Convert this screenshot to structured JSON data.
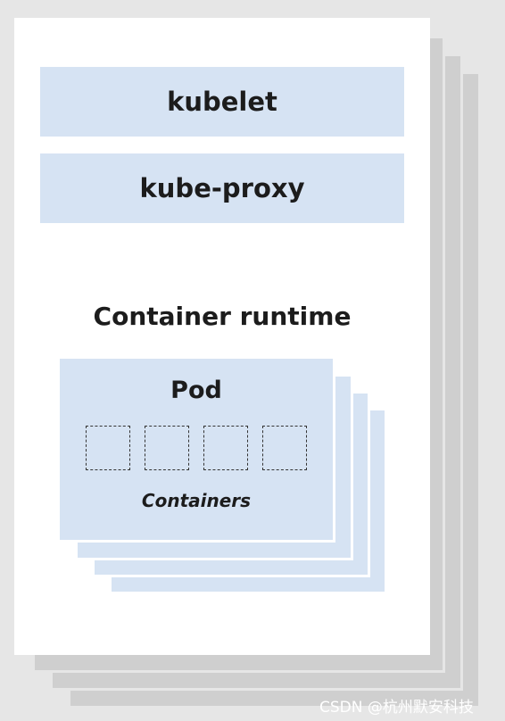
{
  "node": {
    "components": [
      {
        "label": "kubelet"
      },
      {
        "label": "kube-proxy"
      }
    ],
    "runtime_label": "Container runtime"
  },
  "pod": {
    "label": "Pod",
    "containers_label": "Containers",
    "container_count": 4
  },
  "watermark": "CSDN @杭州默安科技",
  "colors": {
    "page_background": "#e6e6e6",
    "node_card": "#ffffff",
    "node_shadow": "#cfcfcf",
    "component_fill": "#d6e3f3",
    "text": "#1c1c1c"
  }
}
